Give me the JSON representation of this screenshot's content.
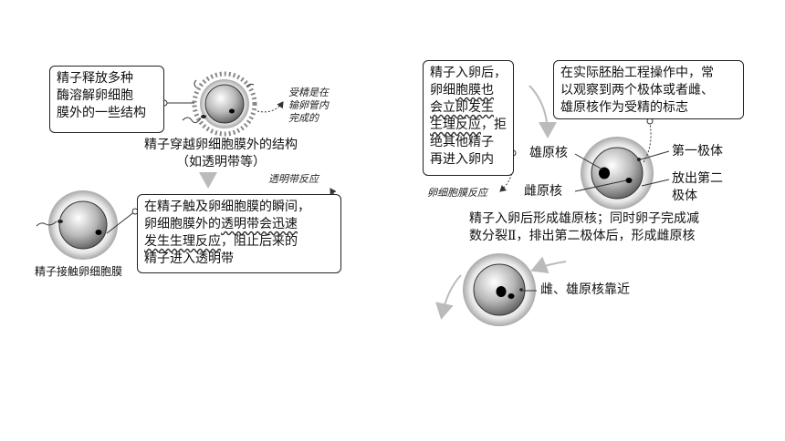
{
  "left": {
    "box1": {
      "lines": [
        "精子释放多种",
        "酶溶解卵细胞",
        "膜外的一些结构"
      ]
    },
    "note1": {
      "lines": [
        "受精是在",
        "输卵管内",
        "完成的"
      ]
    },
    "caption1": {
      "lines": [
        "精子穿越卵细胞膜外的结构",
        "（如透明带等）"
      ]
    },
    "note2": "透明带反应",
    "box2": {
      "line1": "在精子触及卵细胞膜的瞬间，",
      "line2_plain": "卵细胞膜外的",
      "line2_wavy": "透明带会迅速",
      "line3_wavy": "发生生理反应",
      "line3_plain": "，阻止后来的",
      "line4": "精子进入透明带"
    },
    "caption2": "精子接触卵细胞膜"
  },
  "right": {
    "box3": {
      "line1": "精子入卵后，",
      "line2_plain": "卵细",
      "line2_wavy": "胞膜也",
      "line3_wavy": "会立即发生",
      "line4_wavy": "生理反应",
      "line4_plain": "，拒",
      "line5": "绝其他精子",
      "line6": "再进入卵内"
    },
    "note3": "卵细胞膜反应",
    "box4": {
      "lines": [
        "在实际胚胎工程操作中，常",
        "以观察到两个极体或者雌、",
        "雄原核作为受精的标志"
      ]
    },
    "labels": {
      "male": "雄原核",
      "female": "雌原核",
      "first_polar": "第一极体",
      "second_polar": "放出第二",
      "second_polar2": "极体"
    },
    "caption3": {
      "lines": [
        "精子入卵后形成雄原核；同时卵子完成减",
        "数分裂Ⅱ，排出第二极体后，形成雌原核"
      ]
    },
    "caption4": "雌、雄原核靠近"
  }
}
